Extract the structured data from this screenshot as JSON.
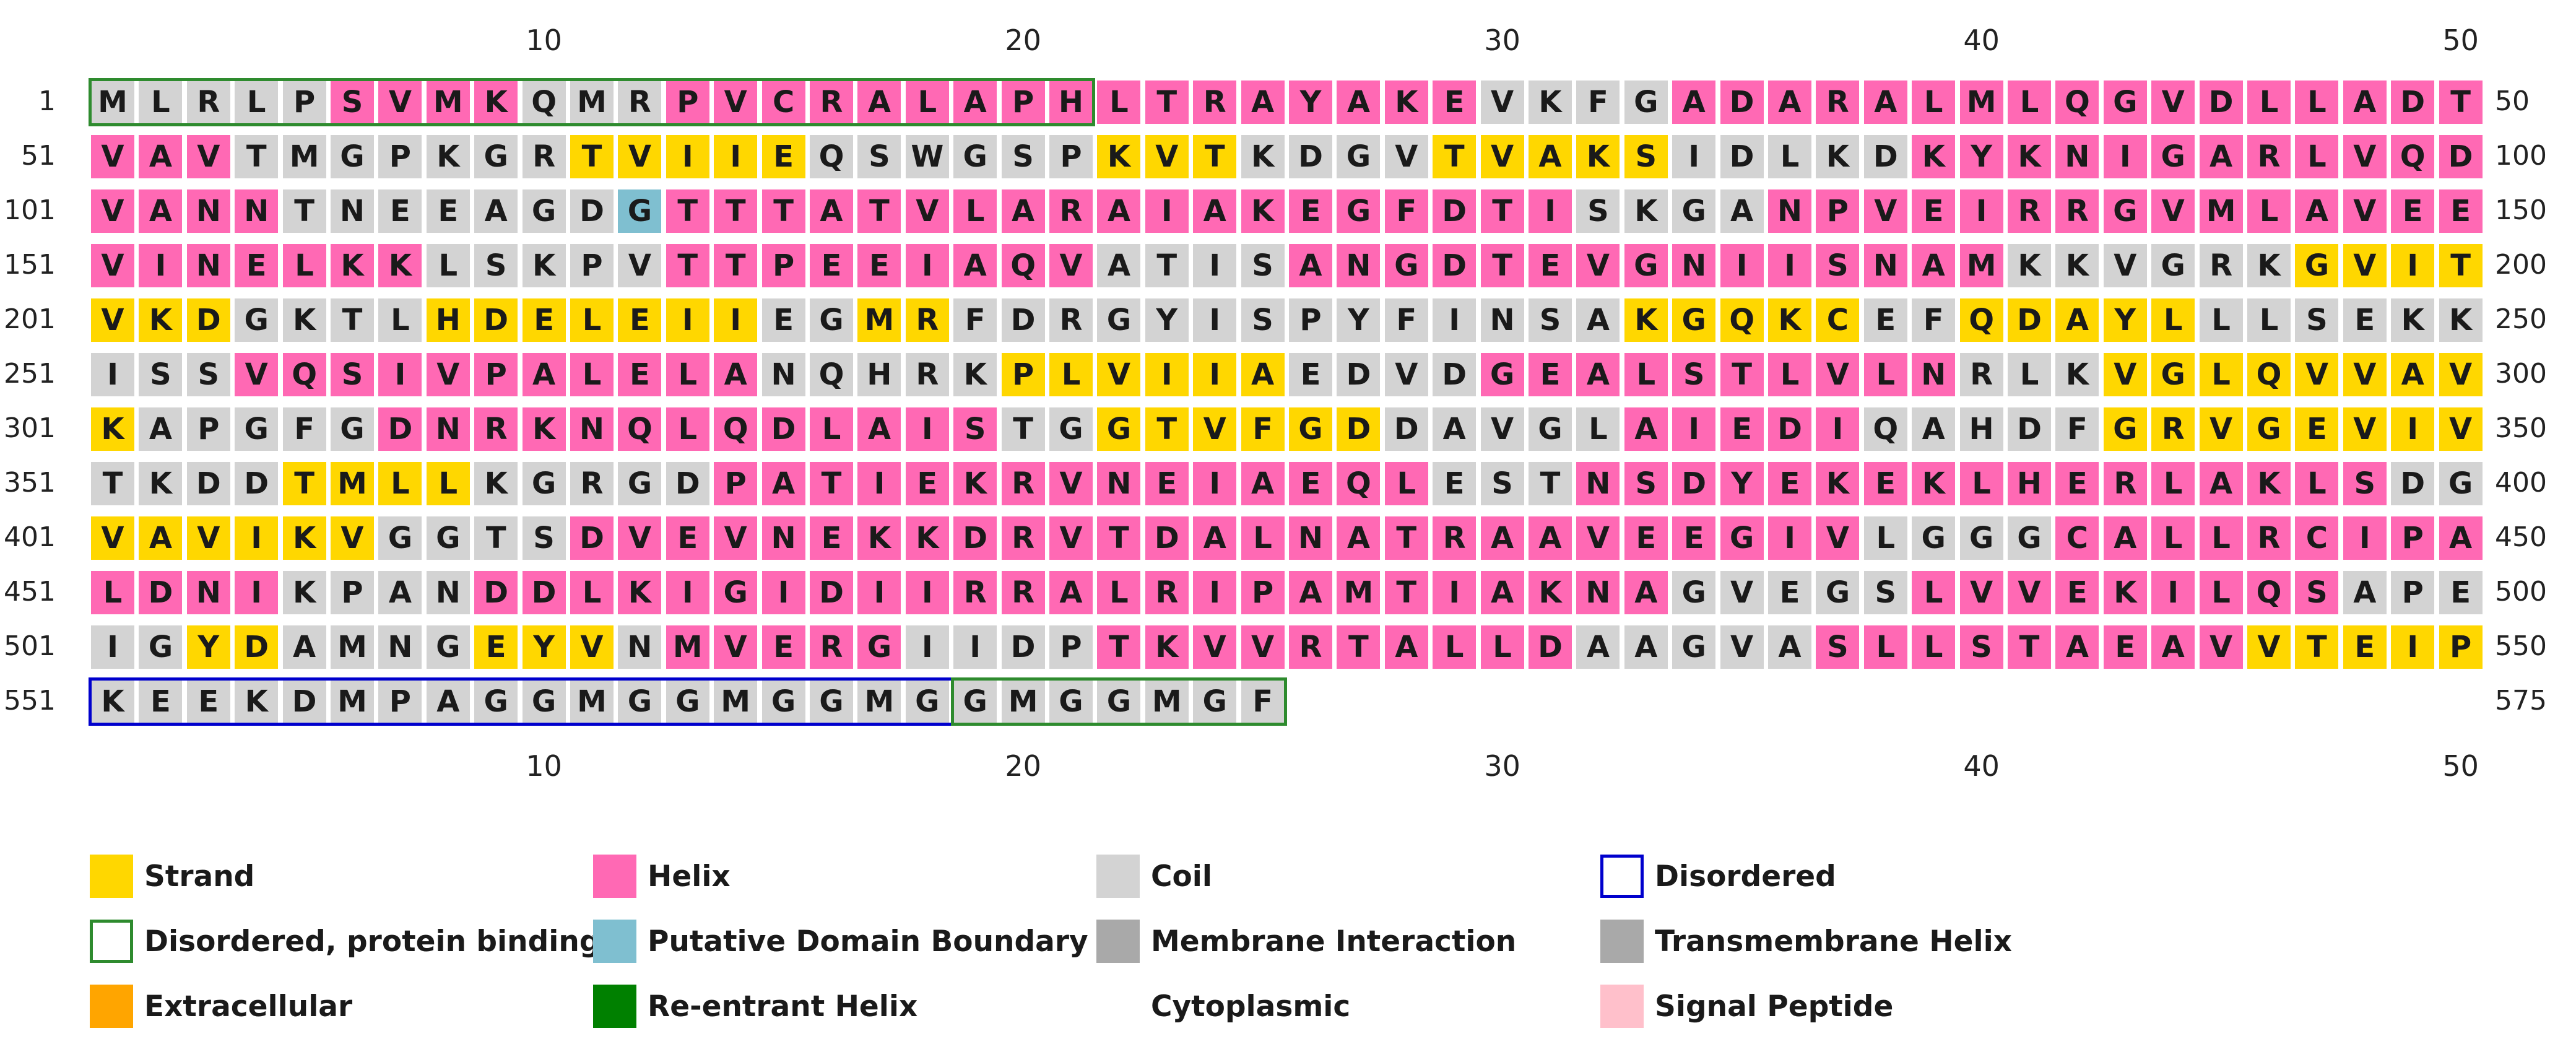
{
  "sequence": "MLRLPSVMKQMRPVCRALAPHLTRAYAKEVKFGADARALMLQGVDLLADTVAVTMGPKGRTVIIEQSWGSPKVTKDGVTVAKSIDLKDKYKNIGARLVQDVANNTNEEAGDGTTTATVLARAIAKEGFDTISKGANPVEIRRGVMLAVEEVINELKKLSKPVTTPEEIAQVATISANGDTEVGNIISNAMKKVGRKGVITVKDGKTLHDELEIIEGMRFDRGYISPYFINSAKGQKCEFQDAYLLLSEKKISSVQSIVPALELANQHRKPLVIIAEDVDGEALSTLVLNRLKVGLQVVAVKAPGFGDNRKNQLQDLAISTGGTVFGDDAVGLAIEDIQAHDFGRVGEVIVTKDDTMLLKGRGDPATIEKRVNEIAEQLESTNSDYEKEKLHERLAKLSDGVAVIKVGGTSDVEVNEKKDRVTDALNATRAAVEEGIVLGGGCALLRCIPALDNIKPANDDLKIGIDIIRRALRIPAMTIAKNAGVEGSLVVEKILQSAPEIGYDAMNGEYVNMVERGIIDPTKVVRTALLDAAGVASLLSTAEAVVTEIPKEEKDMPAGGMGGMGGMGGMGGMGF",
  "secondary_structure": [
    "CCCCCHHHHCCCHHHHHHHHHHHHHHHHHCCCCHHHHHHHHHHHHHHHHH",
    "HHHCCCCCCCEEEEECCCCCCEEECCCCEEEEECCCCCHHHHHHHHHHHH",
    "HHHHCCCCCCCDHHHHHHHHHHHHHHHHHHHCCCCHHHHHHHHHHHHHHH",
    "HHHHHHHCCCCCHHHHHHHHHCCCCHHHHHHHHHHHHHHHCCCCCCEEEE",
    "EEECCCCEEEEEEECCEECCCCCCCCCCCCCCEEEEECCEEEEECCCCCC",
    "CCCHHHHHHHHHHHCCCCCEEEEEECCCCHHHHHHHHHHCCCEEEEEEEE",
    "ECCCCCHHHHHHHHHHHHHCCEEEEEECCCCCHHHHHCCCCCEEEEEEEE",
    "CCCCEEEECCCCCHHHHHHHHHHHHHHHCCCHHHHHHHHHHHHHHHHHCC",
    "EEEEEECCCCHHHHHHHHHHHHHHHHHHHHHHHHHHHCCCCHHHHHHHHH",
    "HHHHCCCCHHHHHHHHHHHHHHHHHHHHHHHHHCCCCCHHHHHHHHHCCC",
    "CCEECCCCEEECHHHHHCCCCHHHHHHHHHHCCCCCHHHHHHHHHEEEEE",
    "CCCCCCCCCCCCCCCCCCCCCCCCC"
  ],
  "line_start_labels": [
    "1",
    "51",
    "101",
    "151",
    "201",
    "251",
    "301",
    "351",
    "401",
    "451",
    "501",
    "551"
  ],
  "line_end_labels": [
    "50",
    "100",
    "150",
    "200",
    "250",
    "300",
    "350",
    "400",
    "450",
    "500",
    "550",
    "575"
  ],
  "tick_positions": [
    10,
    20,
    30,
    40,
    50
  ],
  "tick_labels": [
    "10",
    "20",
    "30",
    "40",
    "50"
  ],
  "annotations": [
    {
      "type": "protein-binding",
      "start": 1,
      "end": 21
    },
    {
      "type": "disordered",
      "start": 551,
      "end": 575
    },
    {
      "type": "protein-binding",
      "start": 569,
      "end": 575
    }
  ],
  "colors": {
    "E": "#FFD700",
    "H": "#FF69B4",
    "C": "#D3D3D3",
    "D": "#7FBFD0",
    "disordered": "#0000CD",
    "protein-binding": "#2E8B2E"
  },
  "legend": [
    {
      "label": "Strand",
      "color": "#FFD700",
      "style": "fill"
    },
    {
      "label": "Helix",
      "color": "#FF69B4",
      "style": "fill"
    },
    {
      "label": "Coil",
      "color": "#D3D3D3",
      "style": "fill"
    },
    {
      "label": "Disordered",
      "color": "#0000CD",
      "style": "outline"
    },
    {
      "label": "Disordered, protein binding",
      "color": "#2E8B2E",
      "style": "outline"
    },
    {
      "label": "Putative Domain Boundary",
      "color": "#7FBFD0",
      "style": "fill"
    },
    {
      "label": "Membrane Interaction",
      "color": "#A9A9A9",
      "style": "fill"
    },
    {
      "label": "Transmembrane Helix",
      "color": "#A9A9A9",
      "style": "fill"
    },
    {
      "label": "Extracellular",
      "color": "#FFA500",
      "style": "fill"
    },
    {
      "label": "Re-entrant Helix",
      "color": "#008000",
      "style": "fill"
    },
    {
      "label": "Cytoplasmic",
      "color": "#FFFFFF",
      "style": "none"
    },
    {
      "label": "Signal Peptide",
      "color": "#FFC0CB",
      "style": "fill"
    }
  ]
}
